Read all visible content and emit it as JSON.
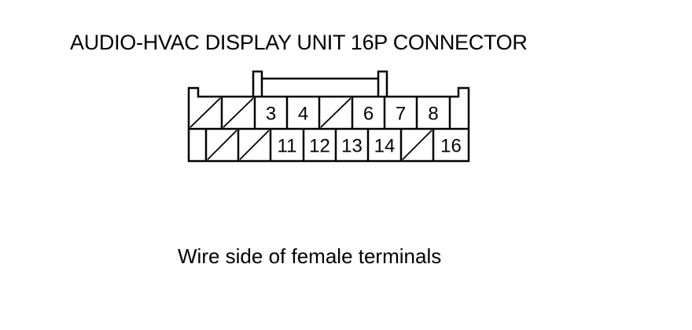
{
  "diagram": {
    "title": "AUDIO-HVAC DISPLAY UNIT 16P CONNECTOR",
    "caption": "Wire side of female terminals",
    "line_color": "#000000",
    "top_row": [
      {
        "label": "",
        "unused": true
      },
      {
        "label": "",
        "unused": true
      },
      {
        "label": "3",
        "unused": false
      },
      {
        "label": "4",
        "unused": false
      },
      {
        "label": "",
        "unused": true
      },
      {
        "label": "6",
        "unused": false
      },
      {
        "label": "7",
        "unused": false
      },
      {
        "label": "8",
        "unused": false
      }
    ],
    "bottom_row": [
      {
        "label": "",
        "unused": true
      },
      {
        "label": "",
        "unused": true
      },
      {
        "label": "11",
        "unused": false
      },
      {
        "label": "12",
        "unused": false
      },
      {
        "label": "13",
        "unused": false
      },
      {
        "label": "14",
        "unused": false
      },
      {
        "label": "",
        "unused": true
      },
      {
        "label": "16",
        "unused": false
      }
    ]
  }
}
